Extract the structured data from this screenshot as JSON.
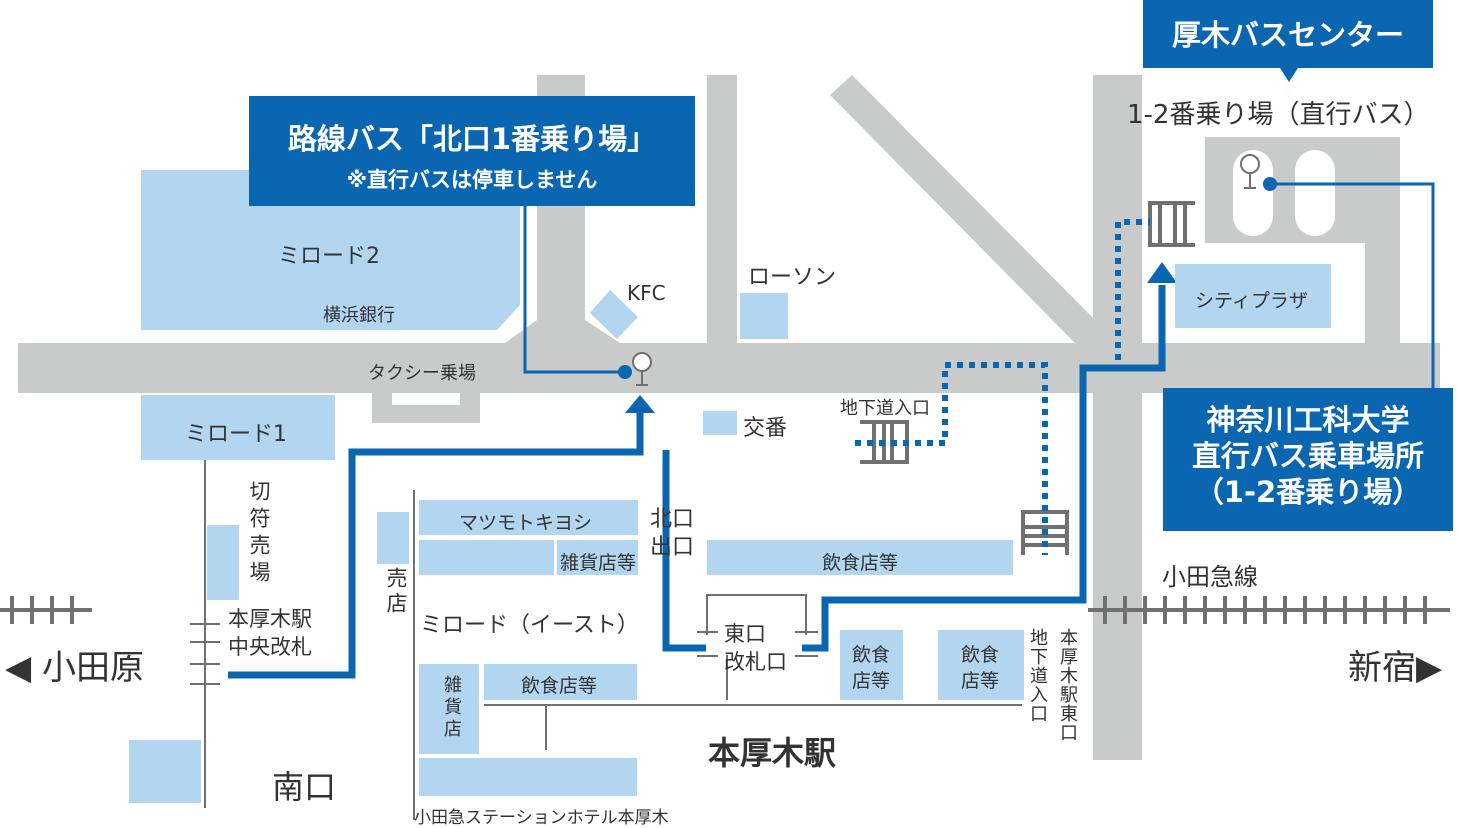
{
  "callouts": {
    "route_bus_title": "路線バス「北口1番乗り場」",
    "route_bus_note": "※直行バスは停車しません",
    "bus_center": "厚木バスセンター",
    "kait_line1": "神奈川工科大学",
    "kait_line2": "直行バス乗車場所",
    "kait_line3": "（1-2番乗り場）"
  },
  "labels": {
    "platform": "1-2番乗り場（直行バス）",
    "mirodo2": "ミロード2",
    "yokohama_bank": "横浜銀行",
    "kfc": "KFC",
    "lawson": "ローソン",
    "city_plaza": "シティプラザ",
    "taxi": "タクシー乗場",
    "koban": "交番",
    "underpass_entrance": "地下道入口",
    "mirodo1": "ミロード1",
    "ticket_office": "切符売場",
    "central_gate": "本厚木駅\n中央改札",
    "kiosk": "売店",
    "matsumoto": "マツモトキヨシ",
    "misc_shops1": "雑貨店等",
    "north_exit": "北口\n出口",
    "restaurants1": "飲食店等",
    "odakyu_line": "小田急線",
    "odawara": "◀ 小田原",
    "shinjuku": "新宿▶",
    "mirodo_east": "ミロード（イースト）",
    "east_gate": "東口\n改札口",
    "restaurants2": "飲食\n店等",
    "restaurants3": "飲食\n店等",
    "underpass_entrance_v": "地下道入口",
    "east_exit_v": "本厚木駅東口",
    "misc_shops2": "雑貨店",
    "restaurants4": "飲食店等",
    "station": "本厚木駅",
    "south_exit": "南口",
    "hotel": "小田急ステーションホテル本厚木"
  },
  "colors": {
    "route": "#0a66b0",
    "building": "#b2d5f0",
    "road": "#c9caca"
  }
}
